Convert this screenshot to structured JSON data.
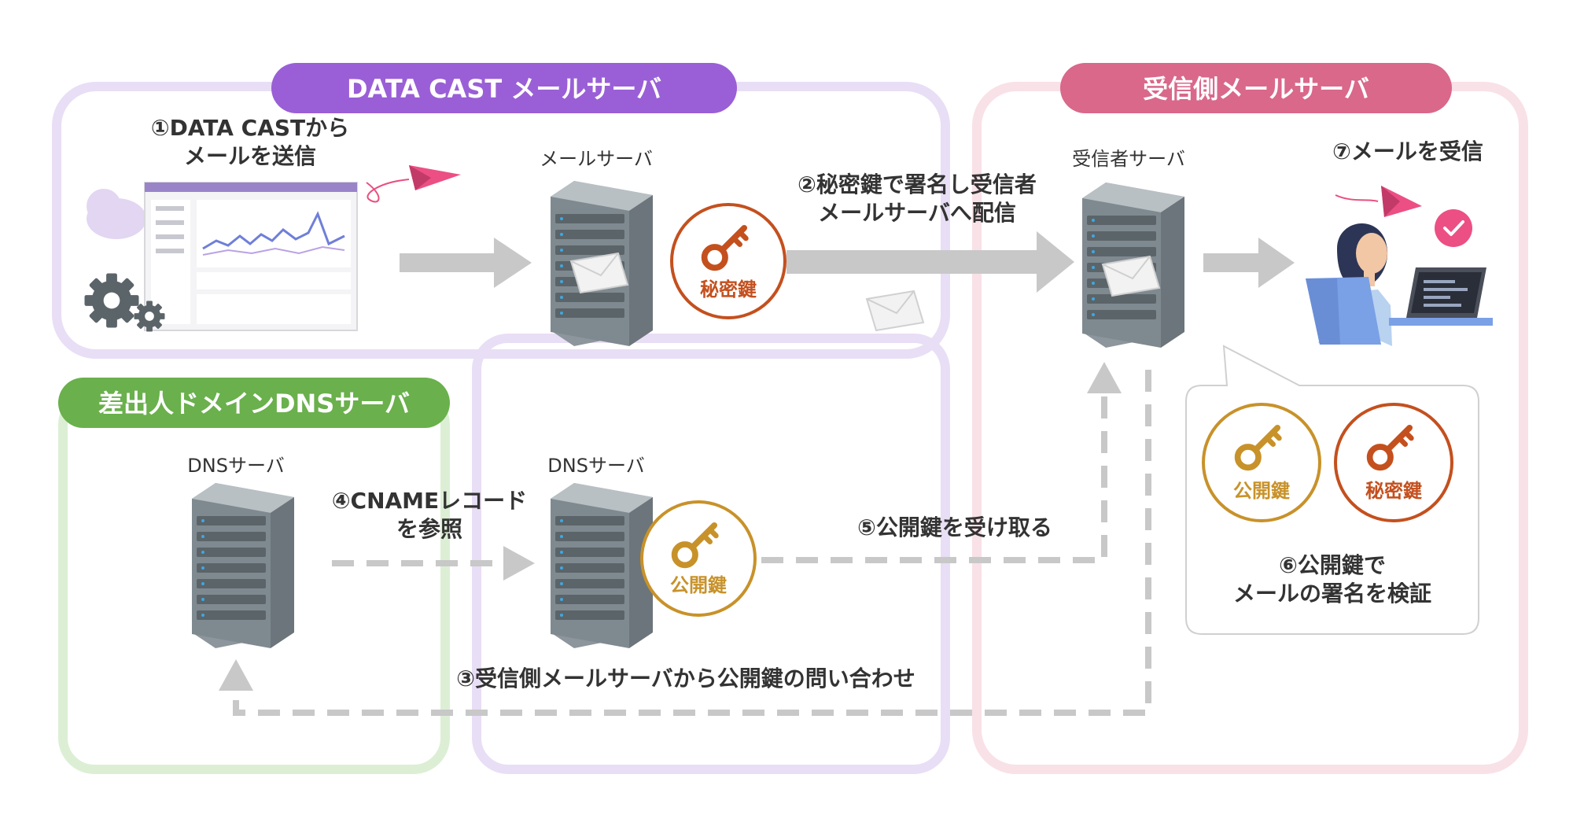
{
  "groups": {
    "datacast": "DATA CAST メールサーバ",
    "receiver": "受信側メールサーバ",
    "dns_sender": "差出人ドメインDNSサーバ"
  },
  "servers": {
    "mail_server": "メールサーバ",
    "receiver_server": "受信者サーバ",
    "dns_server_left": "DNSサーバ",
    "dns_server_right": "DNSサーバ"
  },
  "steps": {
    "s1": [
      "①DATA CASTから",
      "メールを送信"
    ],
    "s2": [
      "②秘密鍵で署名し受信者",
      "メールサーバへ配信"
    ],
    "s3": "③受信側メールサーバから公開鍵の問い合わせ",
    "s4": [
      "④CNAMEレコード",
      "を参照"
    ],
    "s5": "⑤公開鍵を受け取る",
    "s6": [
      "⑥公開鍵で",
      "メールの署名を検証"
    ],
    "s7": "⑦メールを受信"
  },
  "keys": {
    "private": "秘密鍵",
    "public": "公開鍵"
  },
  "colors": {
    "datacast": "#9a5fd6",
    "receiver": "#d9688b",
    "dns": "#6ab04c",
    "private_key": "#c4501e",
    "public_key": "#c8922a",
    "arrow": "#c8c8c8"
  },
  "icons": {
    "server": "server-rack-icon",
    "envelope": "envelope-icon",
    "key": "key-icon",
    "paper_plane": "paper-plane-icon",
    "check": "check-badge-icon",
    "gear": "gear-icon",
    "cloud": "cloud-icon",
    "dashboard": "dashboard-window-icon",
    "person": "person-at-laptop-icon"
  }
}
